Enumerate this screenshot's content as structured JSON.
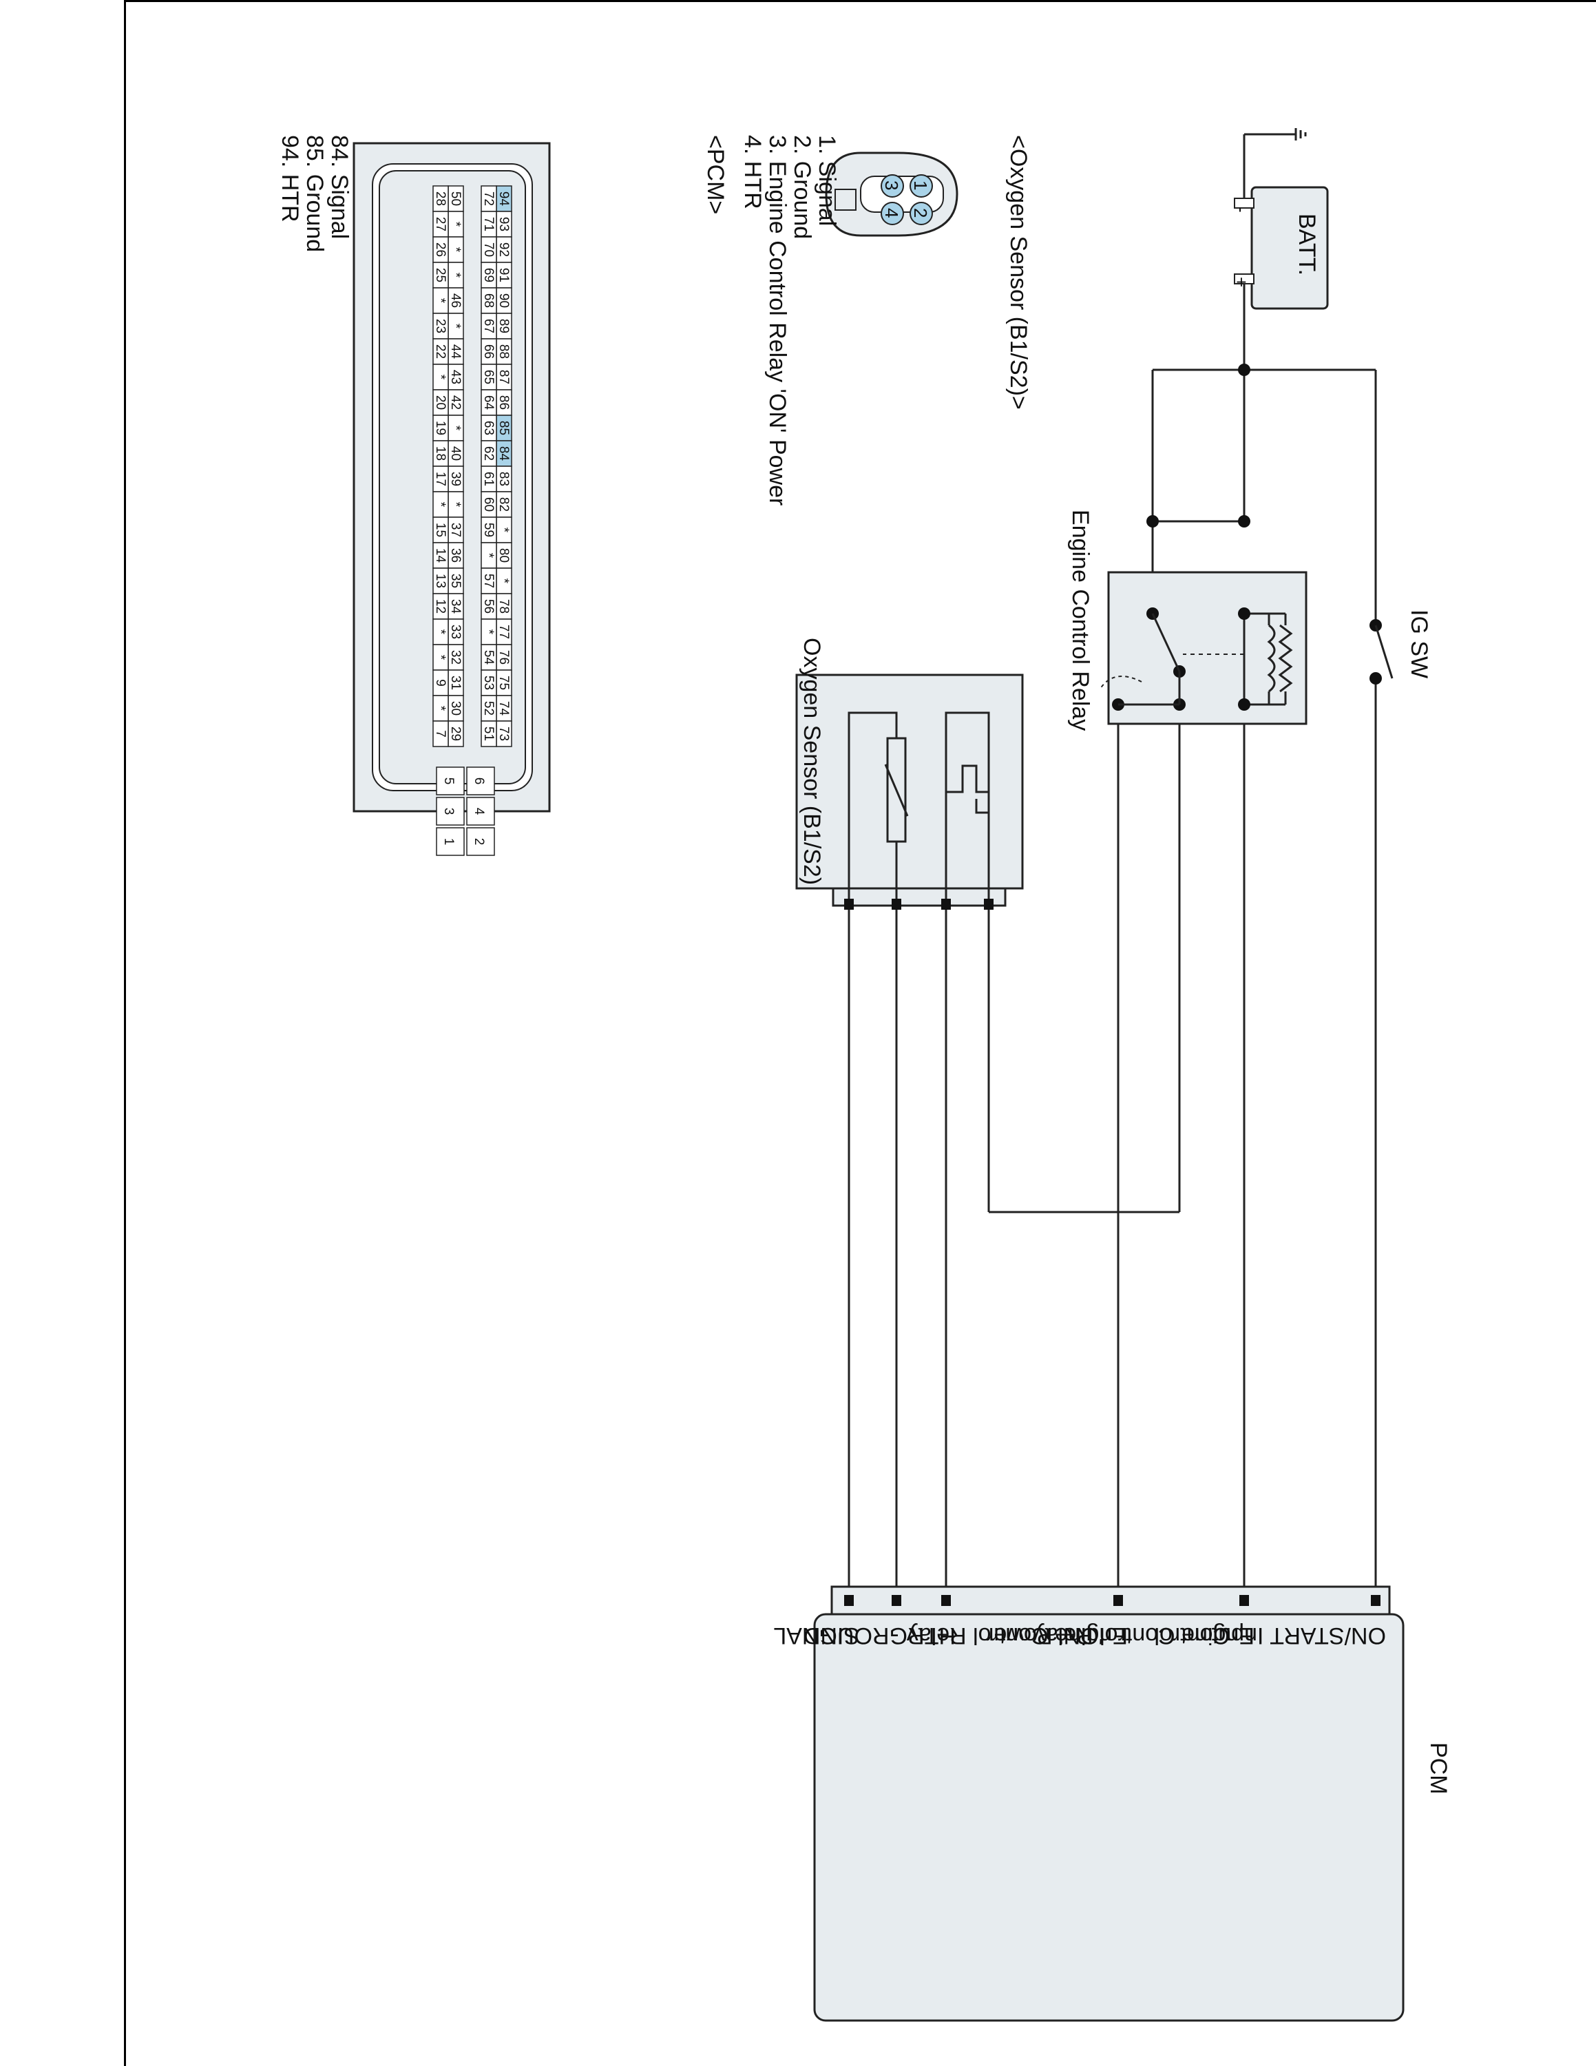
{
  "components": {
    "battery": {
      "label": "BATT.",
      "pos": "+",
      "neg": "-"
    },
    "ig_switch": {
      "label": "IG SW"
    },
    "relay": {
      "label": "Engine Control Relay"
    },
    "sensor": {
      "label": "Oxygen Sensor (B1/S2)"
    },
    "pcm": {
      "label": "PCM",
      "inputs": [
        {
          "id": "on_start",
          "label": "ON/START Input"
        },
        {
          "id": "relay_ctrl",
          "label_lines": [
            "Engine Control Relay",
            "Control"
          ]
        },
        {
          "id": "relay_on",
          "label_lines": [
            "Engine Control Relay",
            "'ON' Power"
          ]
        },
        {
          "id": "htr",
          "label": "HTR"
        },
        {
          "id": "ground",
          "label": "GROUND"
        },
        {
          "id": "signal",
          "label": "SIGNAL"
        }
      ]
    }
  },
  "oxygen_connector": {
    "title": "<Oxygen Sensor (B1/S2)>",
    "pins": [
      {
        "num": "1",
        "name": "1. Signal"
      },
      {
        "num": "2",
        "name": "2. Ground"
      },
      {
        "num": "3",
        "name": "3. Engine Control Relay 'ON' Power"
      },
      {
        "num": "4",
        "name": "4. HTR"
      }
    ]
  },
  "pcm_connector": {
    "title": "<PCM>",
    "rows": [
      [
        "94",
        "93",
        "92",
        "91",
        "90",
        "89",
        "88",
        "87",
        "86",
        "85",
        "84",
        "83",
        "82",
        "*",
        "80",
        "*",
        "78",
        "77",
        "76",
        "75",
        "74",
        "73"
      ],
      [
        "72",
        "71",
        "70",
        "69",
        "68",
        "67",
        "66",
        "65",
        "64",
        "63",
        "62",
        "61",
        "60",
        "59",
        "*",
        "57",
        "56",
        "*",
        "54",
        "53",
        "52",
        "51"
      ],
      [
        "50",
        "*",
        "*",
        "*",
        "46",
        "*",
        "44",
        "43",
        "42",
        "*",
        "40",
        "39",
        "*",
        "37",
        "36",
        "35",
        "34",
        "33",
        "32",
        "31",
        "30",
        "29"
      ],
      [
        "28",
        "27",
        "26",
        "25",
        "*",
        "23",
        "22",
        "*",
        "20",
        "19",
        "18",
        "17",
        "*",
        "15",
        "14",
        "13",
        "12",
        "*",
        "*",
        "9",
        "*",
        "7"
      ]
    ],
    "side_pins": [
      [
        "6",
        "5"
      ],
      [
        "4",
        "3"
      ],
      [
        "2",
        "1"
      ]
    ],
    "highlighted": [
      "94",
      "85",
      "84"
    ],
    "legend": [
      "84. Signal",
      "85. Ground",
      "94. HTR"
    ]
  }
}
